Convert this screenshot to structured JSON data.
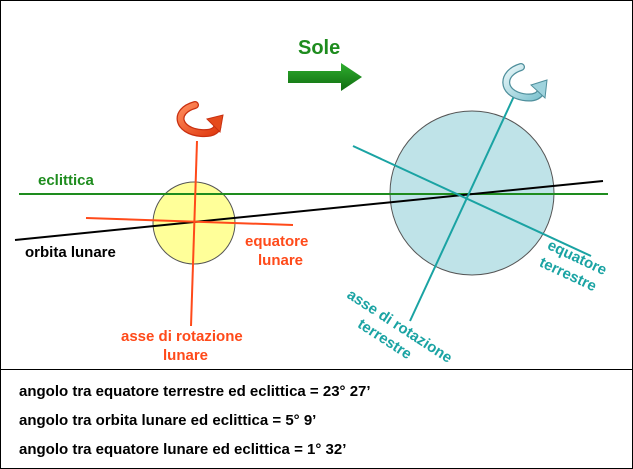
{
  "diagram": {
    "sun_label": "Sole",
    "ecliptic_label": "eclittica",
    "lunar_orbit_label": "orbita lunare",
    "lunar_equator_label": [
      "equatore",
      "lunare"
    ],
    "lunar_axis_label": [
      "asse di rotazione",
      "lunare"
    ],
    "earth_equator_label": [
      "equatore",
      "terrestre"
    ],
    "earth_axis_label": [
      "asse di rotazione",
      "terrestre"
    ],
    "colors": {
      "ecliptic": "#1e8c1e",
      "lunar_orbit": "#000000",
      "moon_lines": "#ff4a1a",
      "moon_fill": "#ffff99",
      "earth_lines": "#1aa3a3",
      "earth_fill": "#bfe3e8",
      "sun_arrow": "#1e8c1e"
    }
  },
  "captions": [
    "angolo tra equatore terrestre ed eclittica = 23° 27’",
    "angolo tra orbita lunare ed eclittica = 5° 9’",
    "angolo tra equatore lunare ed eclittica = 1° 32’"
  ]
}
